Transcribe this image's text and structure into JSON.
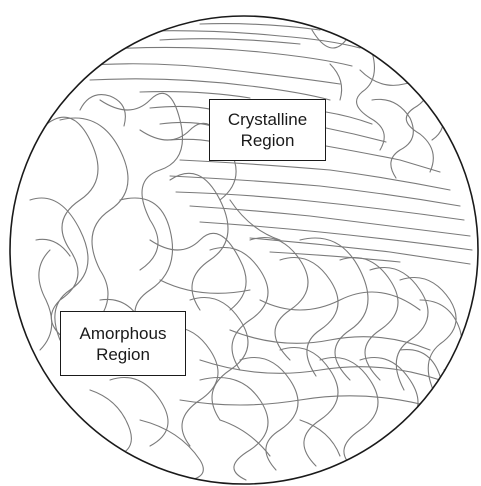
{
  "diagram": {
    "crystalline_label": {
      "line1": "Crystalline",
      "line2": "Region"
    },
    "amorphous_label": {
      "line1": "Amorphous",
      "line2": "Region"
    },
    "colors": {
      "outline": "#1a1a1a",
      "chains": "#7a7a7a",
      "background": "#ffffff"
    }
  }
}
